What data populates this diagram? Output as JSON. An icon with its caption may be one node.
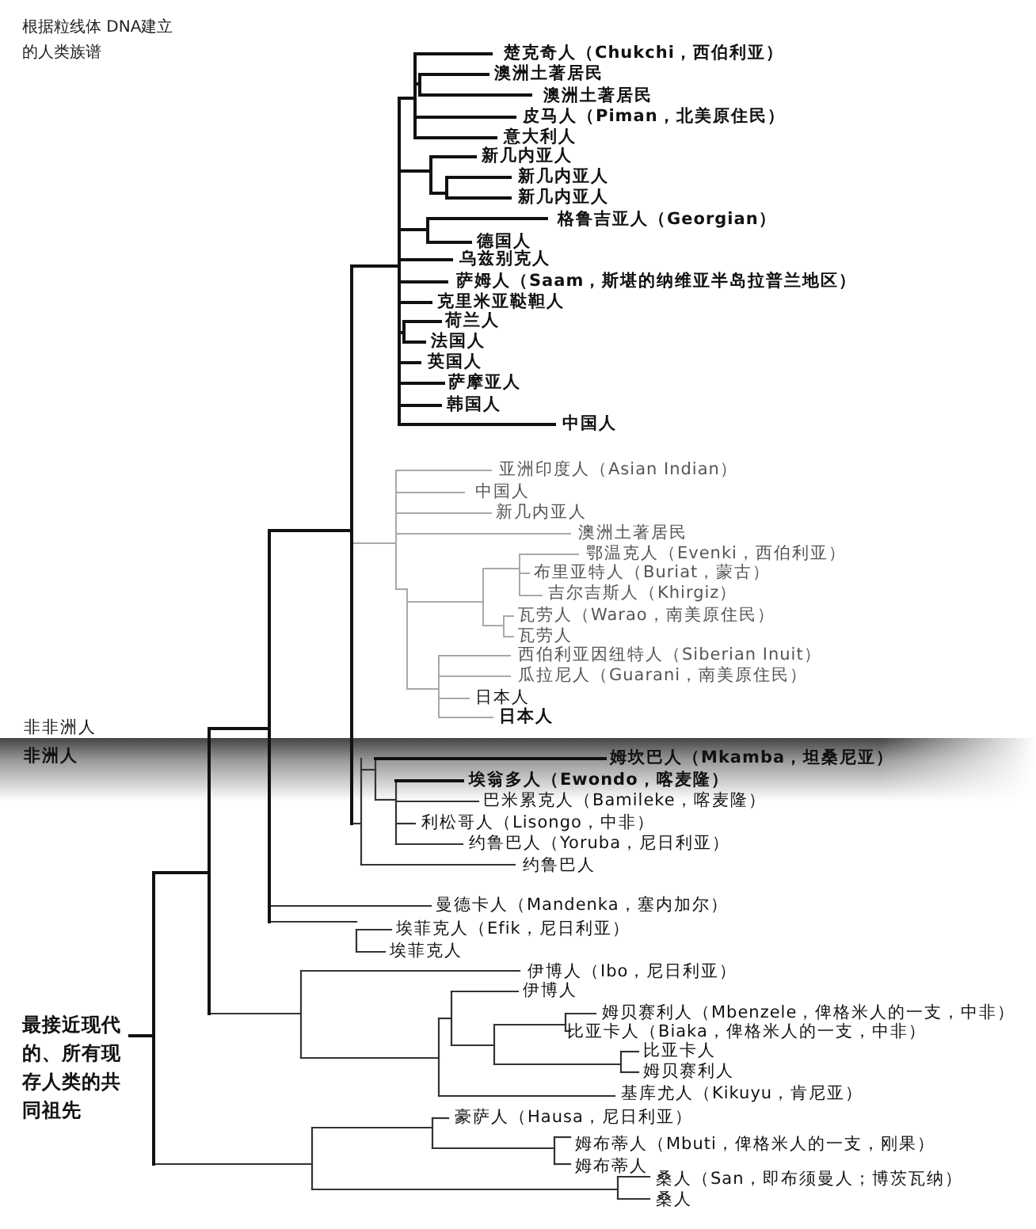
{
  "diagram": {
    "title": "根据粒线体 DNA建立的人类族谱",
    "labels": [
      "楚克奇人（Chukchi，西伯利亚）",
      "澳洲土著居民",
      "澳洲土著居民",
      "皮马人（Piman，北美原住民）",
      "意大利人",
      "新几内亚人",
      "新几内亚人",
      "新几内亚人",
      "格鲁吉亚人（Georgian）",
      "德国人",
      "乌兹别克人",
      "萨姆人（Saam，斯堪的纳维亚半岛拉普兰地区）",
      "克里米亚鞑靼人",
      "荷兰人",
      "法国人",
      "英国人",
      "萨摩亚人",
      "韩国人",
      "中国人",
      "亚洲印度人（Asian Indian）",
      "中国人",
      "新几内亚人",
      "澳洲土著居民",
      "鄂温克人（Evenki，西伯利亚）",
      "布里亚特人（Buriat，蒙古）",
      "吉尔吉斯人（Khirgiz）",
      "瓦劳人（Warao，南美原住民）",
      "瓦劳人",
      "西伯利亚因纽特人（Siberian Inuit）",
      "瓜拉尼人（Guarani，南美原住民）",
      "日本人",
      "日本人",
      "非非洲人",
      "非洲人",
      "姆坎巴人（Mkamba，坦桑尼亚）",
      "埃翁多人（Ewondo，喀麦隆）",
      "巴米累克人（Bamileke，喀麦隆）",
      "利松哥人（Lisongo，中非）",
      "约鲁巴人（Yoruba，尼日利亚）",
      "约鲁巴人",
      "曼德卡人（Mandenka，塞内加尔）",
      "埃菲克人（Efik，尼日利亚）",
      "埃菲克人",
      "伊博人（Ibo，尼日利亚）",
      "伊博人",
      "姆贝赛利人（Mbenzele，俾格米人的一支，中非）",
      "最接近现代的、所有现存人类的共同祖先",
      "比亚卡人（Biaka，俾格米人的一支，中非）",
      "比亚卡人",
      "姆贝赛利人",
      "基库尤人（Kikuyu，肯尼亚）",
      "豪萨人（Hausa，尼日利亚）",
      "姆布蒂人（Mbuti，俾格米人的一支，刚果）",
      "姆布蒂人",
      "桑人（San，即布须曼人；博茨瓦纳）",
      "桑人"
    ]
  }
}
